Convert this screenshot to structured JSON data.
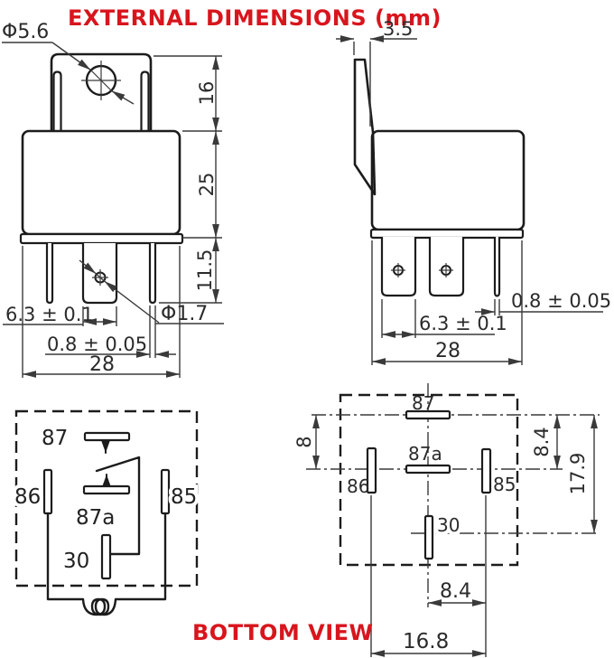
{
  "title": "EXTERNAL DIMENSIONS (mm)",
  "colors": {
    "accent": "#d8151d",
    "line": "#1c1c1c",
    "dim_text": "#2b2b2b"
  },
  "front_view": {
    "mount_hole_dia": "Φ5.6",
    "bracket_height": "16",
    "body_height": "25",
    "terminal_length": "11.5",
    "terminal_width": "6.3 ± 0.1",
    "terminal_hole_dia": "Φ1.7",
    "terminal_thickness": "0.8 ± 0.05",
    "overall_width": "28"
  },
  "side_view": {
    "bracket_thickness": "3.5",
    "terminal_thickness": "0.8 ± 0.05",
    "terminal_width": "6.3 ± 0.1",
    "overall_depth": "28"
  },
  "circuit_diagram": {
    "pin_87": "87",
    "pin_87a": "87a",
    "pin_86": "86",
    "pin_85": "85",
    "pin_30": "30"
  },
  "bottom_view": {
    "label": "BOTTOM VIEW",
    "pin_87": "87",
    "pin_87a": "87a",
    "pin_86": "86",
    "pin_85": "85",
    "pin_30": "30",
    "dim_row_spacing_left": "8",
    "dim_row_spacing_right": "8.4",
    "dim_total_depth": "17.9",
    "dim_center_to_side": "8.4",
    "dim_side_to_side": "16.8"
  }
}
